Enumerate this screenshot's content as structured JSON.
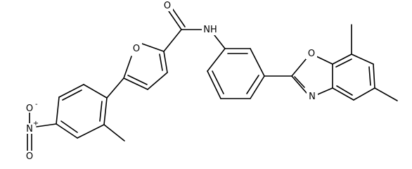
{
  "labels": {
    "carbonyl_o": "O",
    "amide_nh": "NH",
    "furan_o": "O",
    "oxazole_o": "O",
    "oxazole_n": "N",
    "nitro_n": "N",
    "nitro_n_charge": "+",
    "nitro_o_top": "O",
    "nitro_o_top_charge": "-",
    "nitro_o_bottom": "O"
  },
  "colors": {
    "ink": "#000000",
    "background": "#ffffff"
  }
}
